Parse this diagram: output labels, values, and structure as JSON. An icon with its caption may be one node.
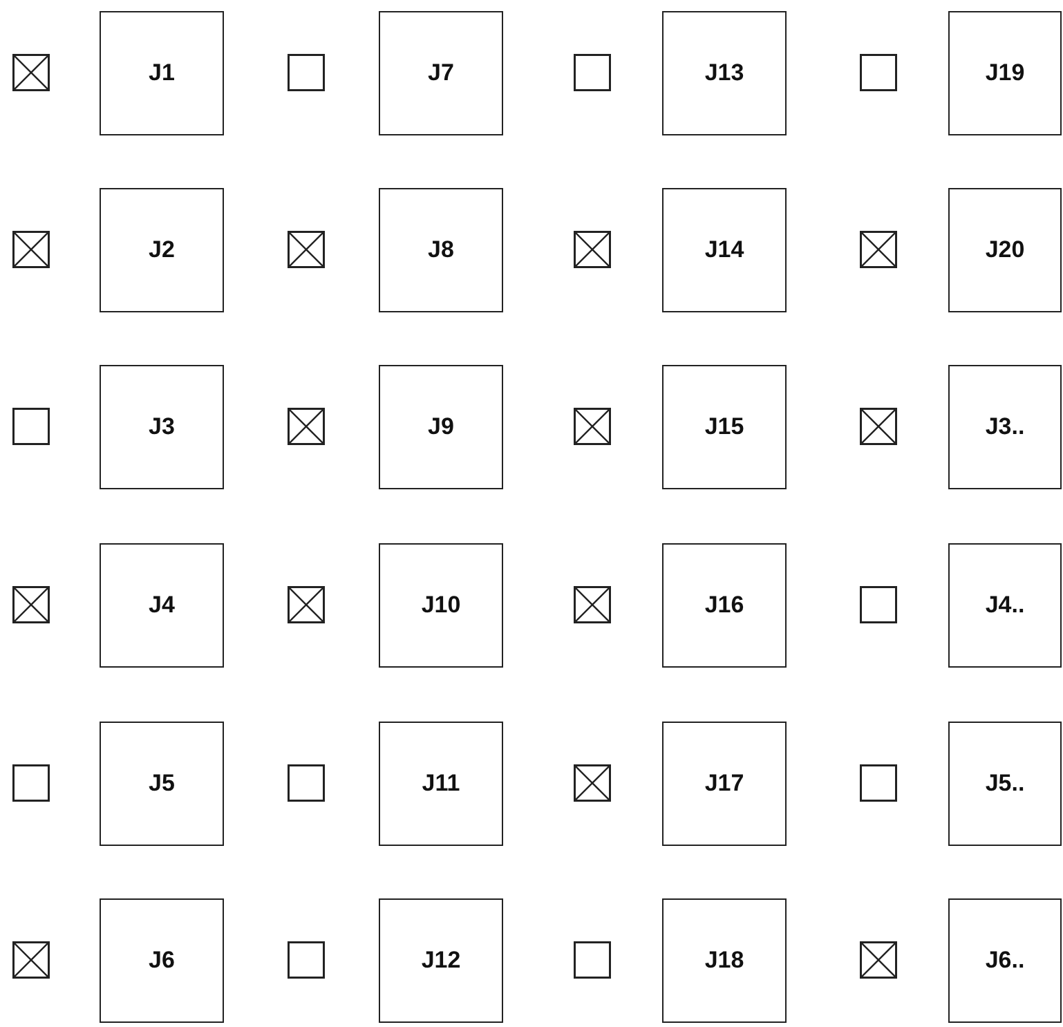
{
  "diagram": {
    "nodes": [
      {
        "text": [],
        "shape": "crossed-box"
      },
      {
        "text": [
          "J1"
        ]
      },
      {
        "text": [],
        "shape": "box"
      },
      {
        "text": [
          "J7"
        ]
      },
      {
        "text": [],
        "shape": "box"
      },
      {
        "text": [
          "J13"
        ]
      },
      {
        "text": [],
        "shape": "box"
      },
      {
        "text": [
          "J19"
        ]
      },
      {
        "text": [],
        "shape": "crossed-box"
      },
      {
        "text": [
          "J2"
        ]
      },
      {
        "text": [],
        "shape": "crossed-box"
      },
      {
        "text": [
          "J8"
        ]
      },
      {
        "text": [],
        "shape": "crossed-box"
      },
      {
        "text": [
          "J14"
        ]
      },
      {
        "text": [],
        "shape": "crossed-box"
      },
      {
        "text": [
          "J20"
        ]
      },
      {
        "text": [],
        "shape": "box"
      },
      {
        "text": [
          "J3"
        ]
      },
      {
        "text": [],
        "shape": "crossed-box"
      },
      {
        "text": [
          "J9"
        ]
      },
      {
        "text": [],
        "shape": "crossed-box"
      },
      {
        "text": [
          "J15"
        ]
      },
      {
        "text": [],
        "shape": "crossed-box"
      },
      {
        "text": [
          "J3.."
        ]
      },
      {
        "text": [],
        "shape": "crossed-box"
      },
      {
        "text": [
          "J4"
        ]
      },
      {
        "text": [],
        "shape": "crossed-box"
      },
      {
        "text": [
          "J10"
        ]
      },
      {
        "text": [],
        "shape": "crossed-box"
      },
      {
        "text": [
          "J16"
        ]
      },
      {
        "text": [],
        "shape": "box"
      },
      {
        "text": [
          "J4.."
        ]
      },
      {
        "text": [],
        "shape": "box"
      },
      {
        "text": [
          "J5"
        ]
      },
      {
        "text": [],
        "shape": "box"
      },
      {
        "text": [
          "J11"
        ]
      },
      {
        "text": [],
        "shape": "crossed-box"
      },
      {
        "text": [
          "J17"
        ]
      },
      {
        "text": [],
        "shape": "box"
      },
      {
        "text": [
          "J5.."
        ]
      },
      {
        "text": [],
        "shape": "crossed-box"
      },
      {
        "text": [
          "J6"
        ]
      },
      {
        "text": [],
        "shape": "box"
      },
      {
        "text": [
          "J12"
        ]
      },
      {
        "text": [],
        "shape": "box"
      },
      {
        "text": [
          "J18"
        ]
      },
      {
        "text": [],
        "shape": "crossed-box"
      },
      {
        "text": [
          "J6.."
        ]
      }
    ]
  }
}
